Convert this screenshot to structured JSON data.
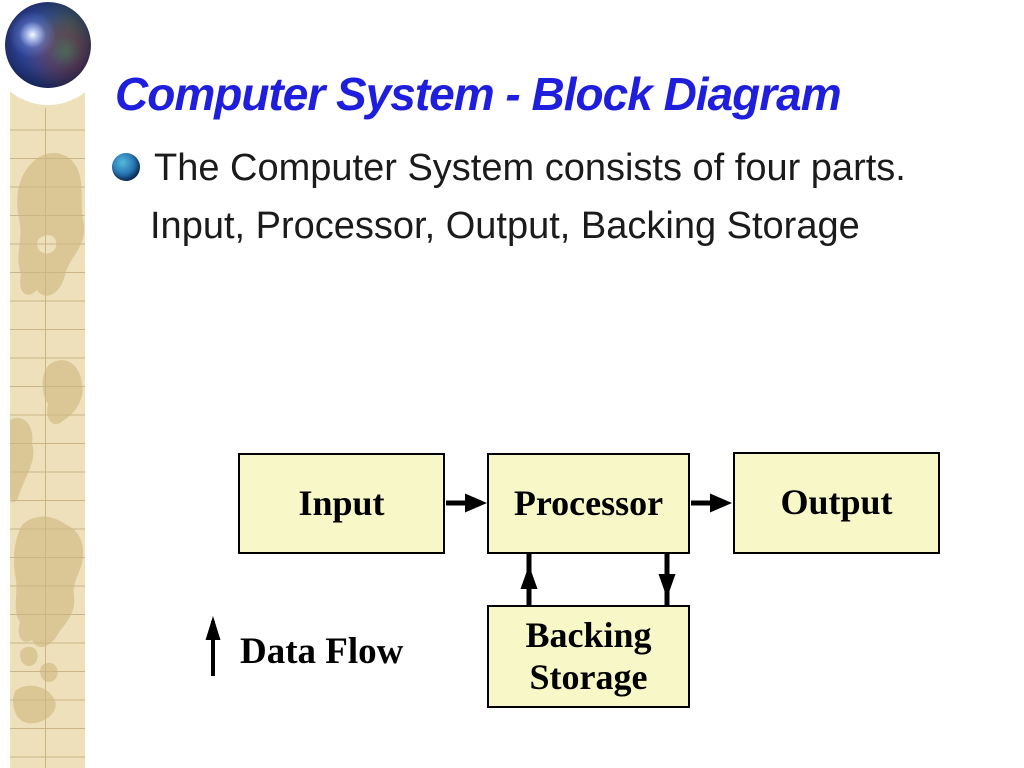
{
  "slide": {
    "title": "Computer System - Block Diagram",
    "bullet_text": "The Computer System consists of four parts.",
    "bullet_continuation": "Input, Processor, Output, Backing Storage"
  },
  "diagram": {
    "type": "block-diagram",
    "nodes": [
      {
        "id": "input",
        "label": "Input"
      },
      {
        "id": "processor",
        "label": "Processor"
      },
      {
        "id": "output",
        "label": "Output"
      },
      {
        "id": "backing_storage",
        "label": "Backing Storage"
      }
    ],
    "edges": [
      {
        "from": "input",
        "to": "processor",
        "direction": "right"
      },
      {
        "from": "processor",
        "to": "output",
        "direction": "right"
      },
      {
        "from": "backing_storage",
        "to": "processor",
        "direction": "up"
      },
      {
        "from": "processor",
        "to": "backing_storage",
        "direction": "down"
      }
    ],
    "legend": {
      "symbol": "up-arrow",
      "label": "Data Flow"
    }
  },
  "colors": {
    "title_text": "#1e1edc",
    "body_text": "#1b1b1b",
    "box_fill": "#f8f7c7",
    "box_border": "#000000",
    "arrow": "#000000",
    "strip_background": "#ede0ba",
    "strip_land": "#dbc795",
    "strip_grid": "#cbb585"
  }
}
